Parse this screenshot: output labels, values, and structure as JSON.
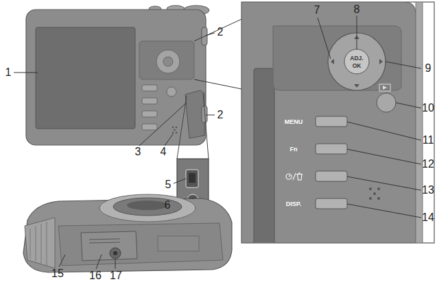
{
  "diagram": {
    "labels": [
      "1",
      "2",
      "2",
      "3",
      "4",
      "5",
      "6",
      "7",
      "8",
      "ADJ.",
      "OK",
      "9",
      "10",
      "MENU",
      "11",
      "Fn",
      "12",
      "13",
      "DISP.",
      "14",
      "15",
      "16",
      "17"
    ]
  }
}
